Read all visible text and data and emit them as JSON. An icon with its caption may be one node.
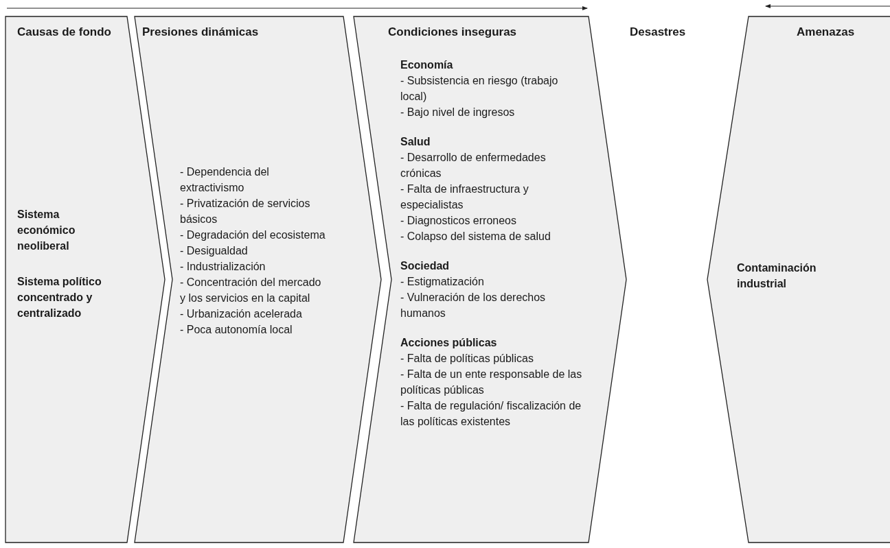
{
  "diagram": {
    "nodes": [
      {
        "text": [
          "Causas de fondo",
          "Sistema económico neoliberal",
          "Sistema político concentrado y centralizado"
        ]
      },
      {
        "text": [
          "Presiones dinámicas",
          "- Dependencia del extractivismo",
          "- Privatización de servicios básicos",
          "- Degradación del ecosistema",
          "- Desigualdad",
          "- Industrialización",
          "- Concentración del mercado y los servicios en la capital",
          "- Urbanización acelerada",
          "- Poca autonomía local"
        ]
      },
      {
        "text": [
          "Condiciones inseguras",
          "Economía",
          "- Subsistencia en riesgo (trabajo local)",
          "- Bajo nivel de ingresos",
          "Salud",
          "- Desarrollo de enfermedades crónicas",
          "- Falta de infraestructura y especialistas",
          "- Diagnosticos erroneos",
          "- Colapso del sistema de salud",
          "Sociedad",
          "- Estigmatización",
          "- Vulneración de los derechos humanos",
          "Acciones públicas",
          "- Falta de políticas públicas",
          "- Falta de un ente responsable de las políticas públicas",
          "- Falta de regulación/ fiscalización de las políticas existentes"
        ]
      },
      {
        "text": [
          "Desastres"
        ]
      },
      {
        "text": [
          "Amenazas",
          "Contaminación industrial"
        ]
      }
    ]
  }
}
